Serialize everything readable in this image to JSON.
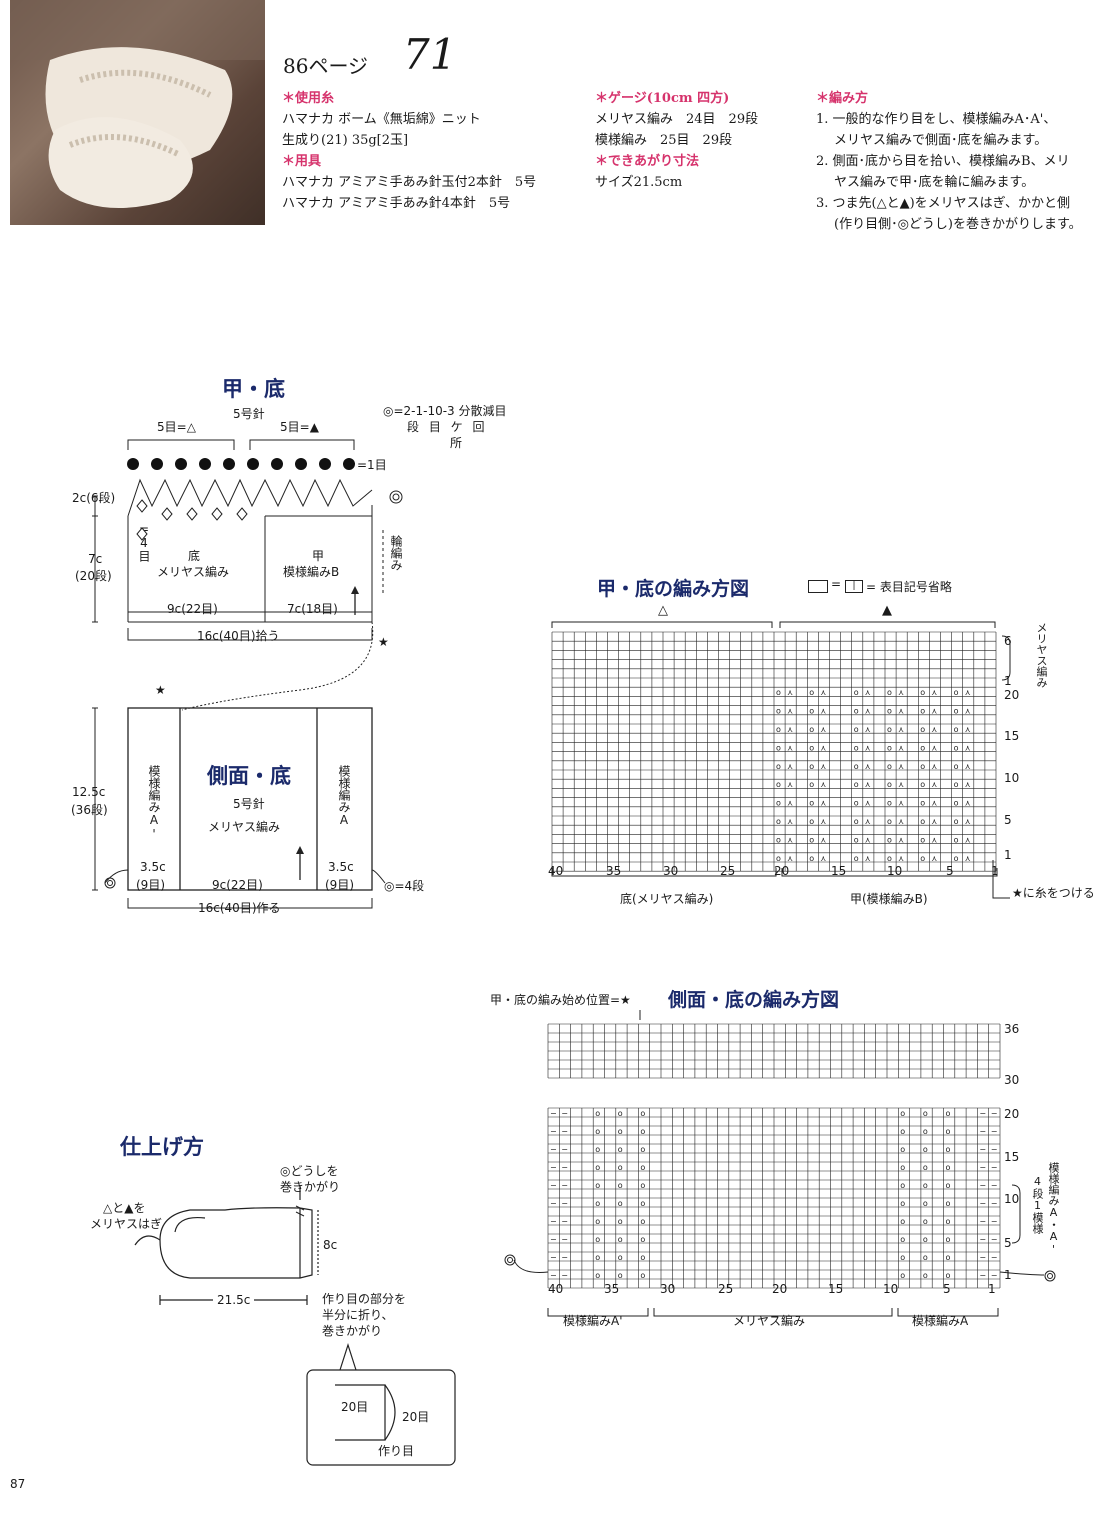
{
  "header": {
    "page_ref": "86ページ",
    "pattern_no": "71"
  },
  "materials": {
    "yarn_heading": "＊使用糸",
    "yarn_line1": "ハマナカ ボーム《無垢綿》ニット",
    "yarn_line2": "生成り(21) 35g[2玉]",
    "tools_heading": "＊用具",
    "tools_line1": "ハマナカ アミアミ手あみ針玉付2本針　5号",
    "tools_line2": "ハマナカ アミアミ手あみ針4本針　5号"
  },
  "gauge": {
    "heading": "＊ゲージ(10cm 四方)",
    "line1": "メリヤス編み　24目　29段",
    "line2": "模様編み　25目　29段",
    "size_heading": "＊できあがり寸法",
    "size": "サイズ21.5cm"
  },
  "method": {
    "heading": "＊編み方",
    "step1a": "1. 一般的な作り目をし、模様編みA･A'、",
    "step1b": "メリヤス編みで側面･底を編みます。",
    "step2a": "2. 側面･底から目を拾い、模様編みB、メリ",
    "step2b": "ヤス編みで甲･底を輪に編みます。",
    "step3a": "3. つま先(△と▲)をメリヤスはぎ、かかと側",
    "step3b": "(作り目側･◎どうし)を巻きかがりします。"
  },
  "kou_soko": {
    "title": "甲・底",
    "needle": "5号針",
    "legend1": "◎=2-1-10-3 分散減目",
    "legend2": "段 目 ケ 回",
    "legend3": "所",
    "five_tri": "5目=△",
    "five_tri_filled": "5目=▲",
    "one_st": "=1目",
    "two_c": "2c(6段)",
    "seven_c": "7c",
    "seven_rows": "(20段)",
    "eq4": "=4目",
    "soko": "底",
    "soko_st": "メリヤス編み",
    "kou": "甲",
    "kou_st": "模様編みB",
    "wa": "輪編み",
    "w9": "9c(22目)",
    "w7": "7c(18目)",
    "w16": "16c(40目)拾う",
    "star": "★"
  },
  "sokumen": {
    "title": "側面・底",
    "needle": "5号針",
    "stitch": "メリヤス編み",
    "side_left": "模様編みA'",
    "side_right": "模様編みA",
    "h": "12.5c",
    "h_rows": "(36段)",
    "w35l": "3.5c",
    "w35l_st": "(9目)",
    "w9": "9c(22目)",
    "w35r": "3.5c",
    "w35r_st": "(9目)",
    "w16": "16c(40目)作る",
    "eq4": "◎=4段",
    "circle": "◎"
  },
  "chart1": {
    "title": "甲・底の編み方図",
    "legend": "= 表目記号省略",
    "tri": "△",
    "tri_f": "▲",
    "right_label": "メリヤス編み",
    "x_labels": [
      "40",
      "35",
      "30",
      "25",
      "20",
      "15",
      "10",
      "5",
      "1"
    ],
    "y_labels": [
      "6",
      "1",
      "20",
      "15",
      "10",
      "5",
      "1"
    ],
    "bottom_left": "底(メリヤス編み)",
    "bottom_right": "甲(模様編みB)",
    "note": "★に糸をつける"
  },
  "chart2": {
    "title": "側面・底の編み方図",
    "start_note": "甲・底の編み始め位置=★",
    "x_labels": [
      "40",
      "35",
      "30",
      "25",
      "20",
      "15",
      "10",
      "5",
      "1"
    ],
    "y_labels": [
      "36",
      "30",
      "20",
      "15",
      "10",
      "5",
      "1"
    ],
    "right_label1": "模様編みA・A'",
    "right_label2": "4段1模様",
    "bottom_left": "模様編みA'",
    "bottom_mid": "メリヤス編み",
    "bottom_right": "模様編みA"
  },
  "finishing": {
    "title": "仕上げ方",
    "note1": "◎どうしを",
    "note1b": "巻きかがり",
    "note2": "△と▲を",
    "note2b": "メリヤスはぎ",
    "h8": "8c",
    "len": "21.5c",
    "note3a": "作り目の部分を",
    "note3b": "半分に折り、",
    "note3c": "巻きかがり",
    "inset_a": "20目",
    "inset_b": "20目",
    "inset_c": "作り目"
  },
  "footer": {
    "page_no": "87"
  }
}
